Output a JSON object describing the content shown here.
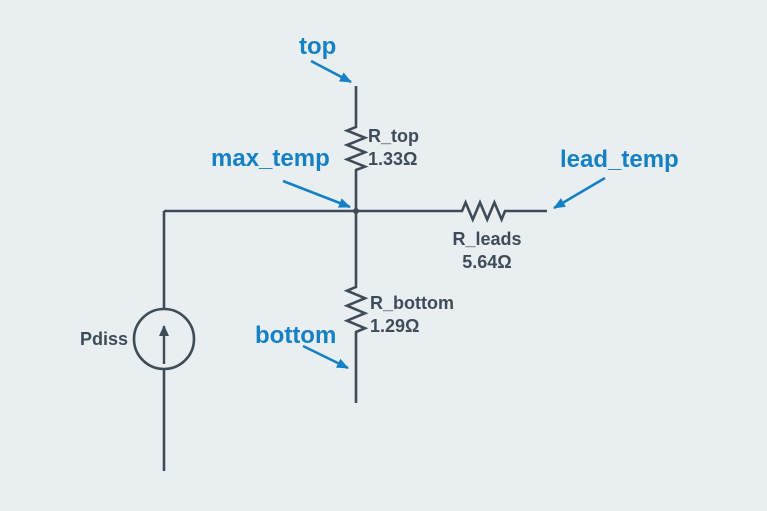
{
  "background": "#e9eef1",
  "colors": {
    "wire": "#3e4c5a",
    "component_text": "#3e4c5a",
    "node_label": "#1581c5"
  },
  "nodes": {
    "top": {
      "label": "top"
    },
    "max_temp": {
      "label": "max_temp"
    },
    "lead_temp": {
      "label": "lead_temp"
    },
    "bottom": {
      "label": "bottom"
    }
  },
  "source": {
    "label": "Pdiss"
  },
  "resistors": {
    "r_top": {
      "name": "R_top",
      "value": "1.33Ω"
    },
    "r_leads": {
      "name": "R_leads",
      "value": "5.64Ω"
    },
    "r_bottom": {
      "name": "R_bottom",
      "value": "1.29Ω"
    }
  }
}
